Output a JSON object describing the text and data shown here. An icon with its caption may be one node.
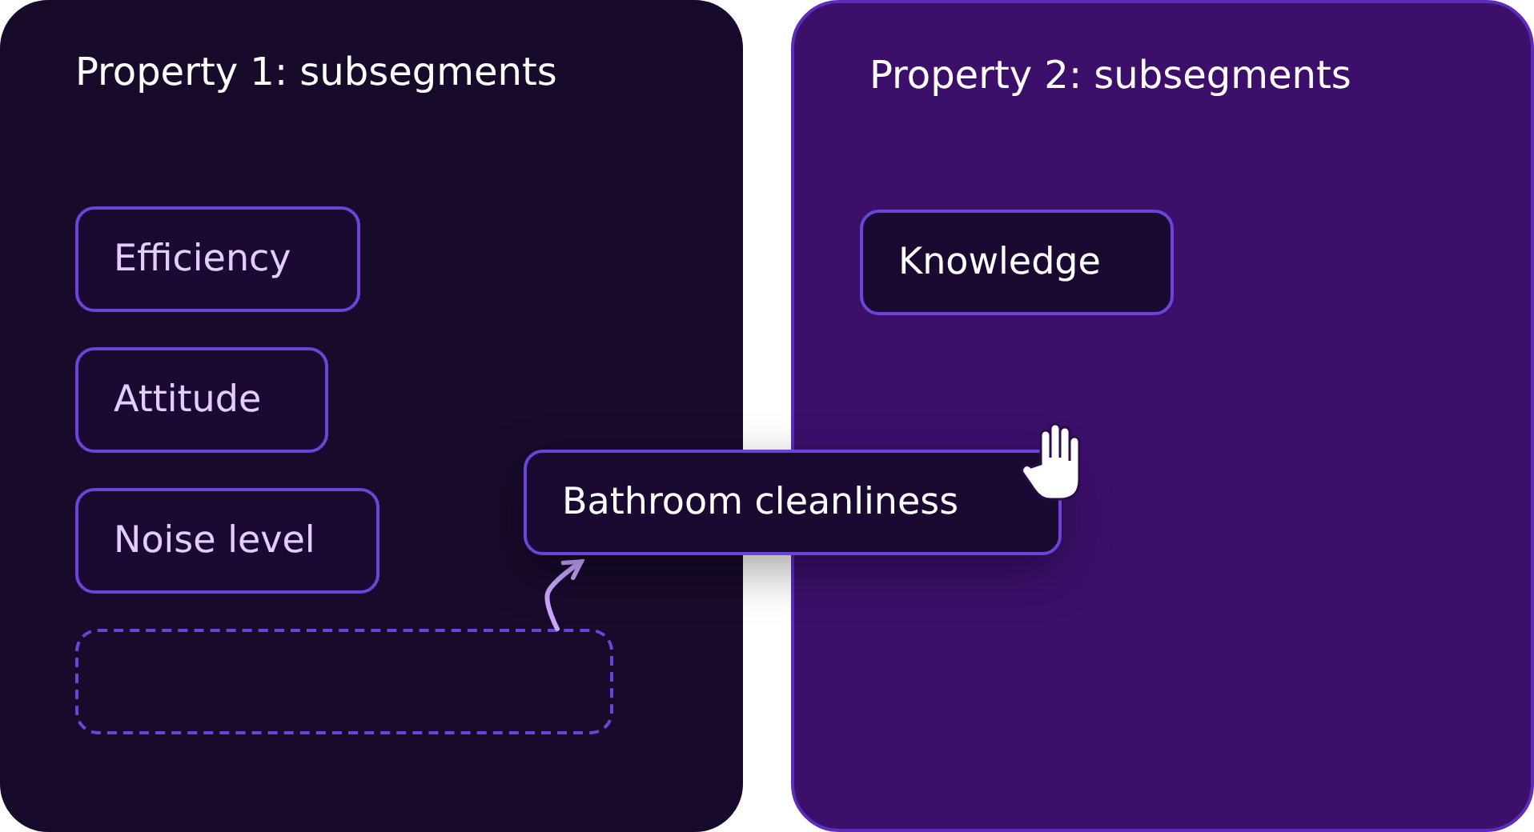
{
  "diagram": {
    "nodes": [
      {
        "text": [
          "Property 1: subsegments"
        ]
      },
      {
        "text": [
          "Efficiency"
        ],
        "in": 0
      },
      {
        "text": [
          "Attitude"
        ],
        "in": 0
      },
      {
        "text": [
          "Noise level"
        ],
        "in": 0
      },
      {
        "text": [],
        "shape": "box",
        "in": 0
      },
      {
        "text": [
          "Property 2: subsegments"
        ]
      },
      {
        "text": [
          "Knowledge"
        ],
        "in": 5
      },
      {
        "text": [
          "Bathroom cleanliness"
        ]
      }
    ],
    "edges": [
      {
        "from": 4,
        "to": 7,
        "arrow": "to"
      }
    ]
  }
}
